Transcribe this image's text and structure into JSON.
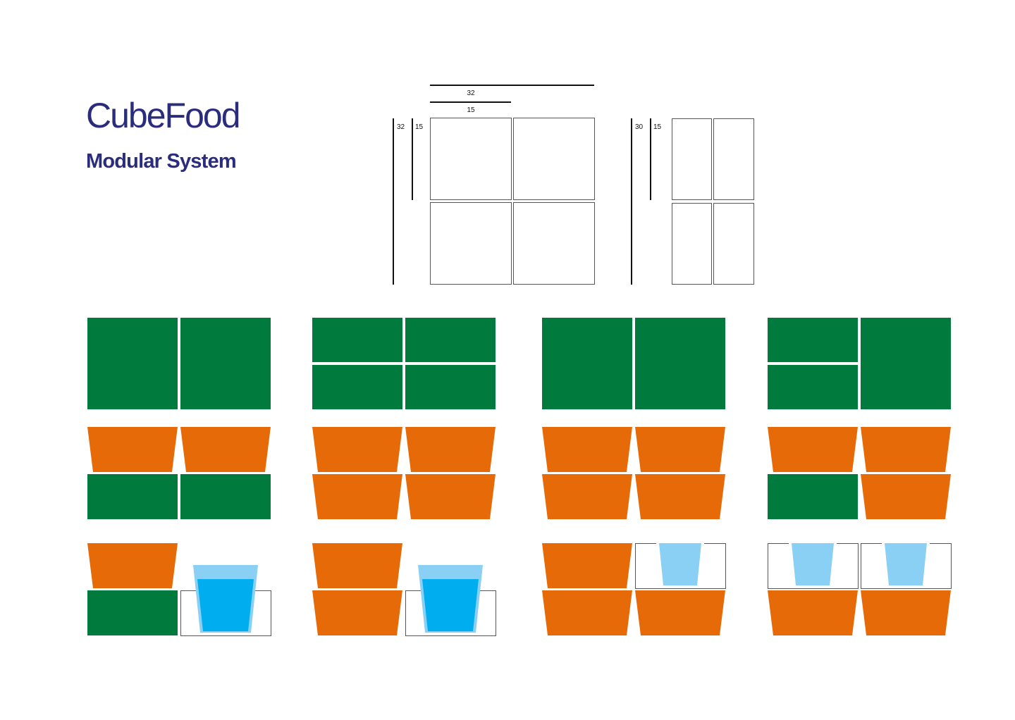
{
  "brand": {
    "title": "CubeFood",
    "subtitle": "Modular System"
  },
  "dimensions": {
    "square_grid": {
      "top_long": "32",
      "top_short": "15",
      "side_long": "32",
      "side_short": "15"
    },
    "narrow_grid": {
      "side_long": "30",
      "side_short": "15"
    }
  },
  "colors": {
    "brand_navy": "#2b2d7c",
    "green": "#007a3d",
    "orange": "#e66a08",
    "water_dark": "#00aeef",
    "water_light": "#8ad0f5",
    "outline": "#555555"
  },
  "configurations": [
    {
      "lids": [
        "full",
        "full"
      ],
      "middle": [
        "orange",
        "orange",
        "green",
        "green"
      ],
      "bottom": [
        "orange",
        "cup",
        "green",
        "holder"
      ]
    },
    {
      "lids": [
        "half",
        "half"
      ],
      "middle": [
        "orange",
        "orange",
        "orange",
        "orange"
      ],
      "bottom": [
        "orange",
        "cup",
        "orange",
        "holder"
      ]
    },
    {
      "lids": [
        "full",
        "full"
      ],
      "middle": [
        "orange",
        "orange",
        "orange",
        "orange"
      ],
      "bottom": [
        "orange",
        "small-cup",
        "orange",
        "orange"
      ]
    },
    {
      "lids": [
        "half",
        "full"
      ],
      "middle": [
        "orange",
        "orange",
        "green",
        "orange"
      ],
      "bottom": [
        "small-cup",
        "small-cup",
        "orange",
        "orange"
      ]
    }
  ]
}
